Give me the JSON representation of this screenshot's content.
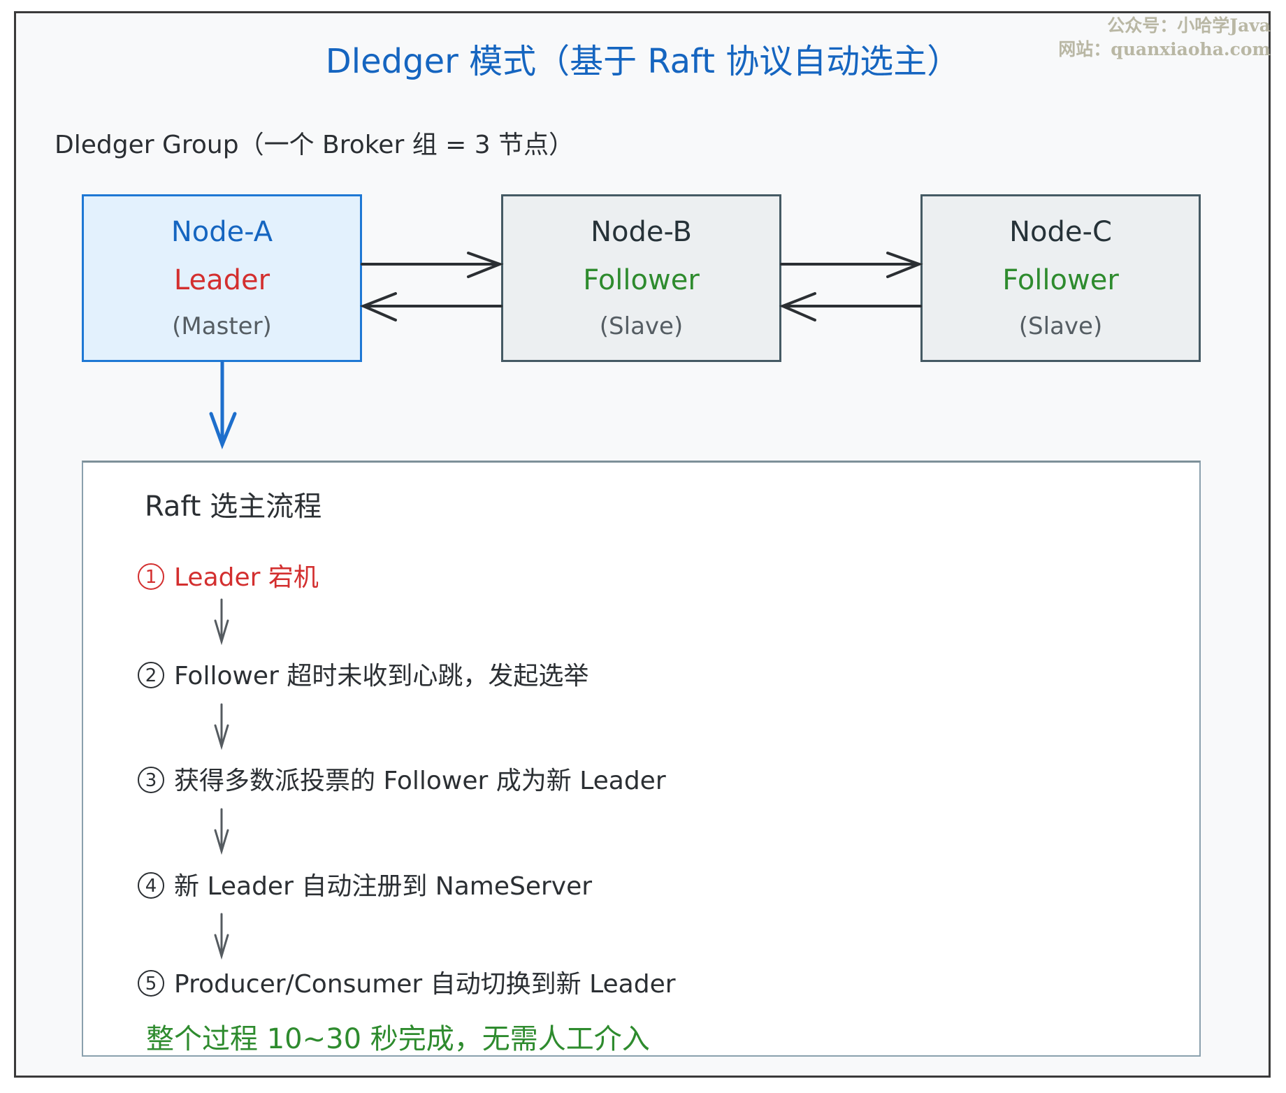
{
  "title": "Dledger 模式（基于 Raft 协议自动选主）",
  "watermark": {
    "line1": "公众号：小哈学Java",
    "line2": "网站：quanxiaoha.com"
  },
  "subtitle": "Dledger Group（一个 Broker 组 = 3 节点）",
  "nodes": [
    {
      "name": "Node-A",
      "role": "Leader",
      "alias": "(Master)"
    },
    {
      "name": "Node-B",
      "role": "Follower",
      "alias": "(Slave)"
    },
    {
      "name": "Node-C",
      "role": "Follower",
      "alias": "(Slave)"
    }
  ],
  "flow": {
    "title": "Raft 选主流程",
    "steps": [
      {
        "num": "1",
        "text": "Leader 宕机"
      },
      {
        "num": "2",
        "text": "Follower 超时未收到心跳，发起选举"
      },
      {
        "num": "3",
        "text": "获得多数派投票的 Follower 成为新 Leader"
      },
      {
        "num": "4",
        "text": "新 Leader 自动注册到 NameServer"
      },
      {
        "num": "5",
        "text": "Producer/Consumer 自动切换到新 Leader"
      }
    ],
    "summary": "整个过程 10~30 秒完成，无需人工介入"
  },
  "colors": {
    "title": "#1565c0",
    "leader": "#d32f2f",
    "follower": "#2e8b2e",
    "leader_box_border": "#1e78d4",
    "leader_box_fill": "#e3f1fd",
    "follower_box_border": "#455a64",
    "follower_box_fill": "#eceff1"
  }
}
